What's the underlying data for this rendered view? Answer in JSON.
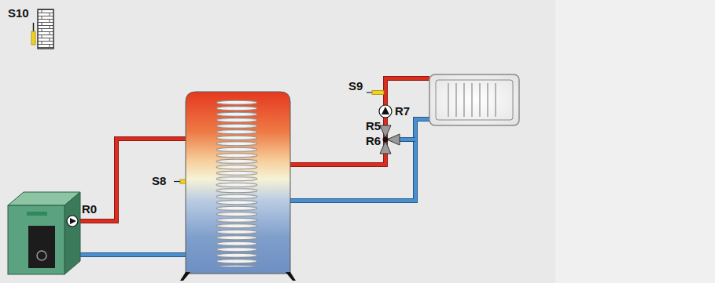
{
  "diagram": {
    "labels": [
      "S10",
      "S9",
      "R7",
      "R5",
      "R6",
      "S8",
      "R0"
    ]
  }
}
